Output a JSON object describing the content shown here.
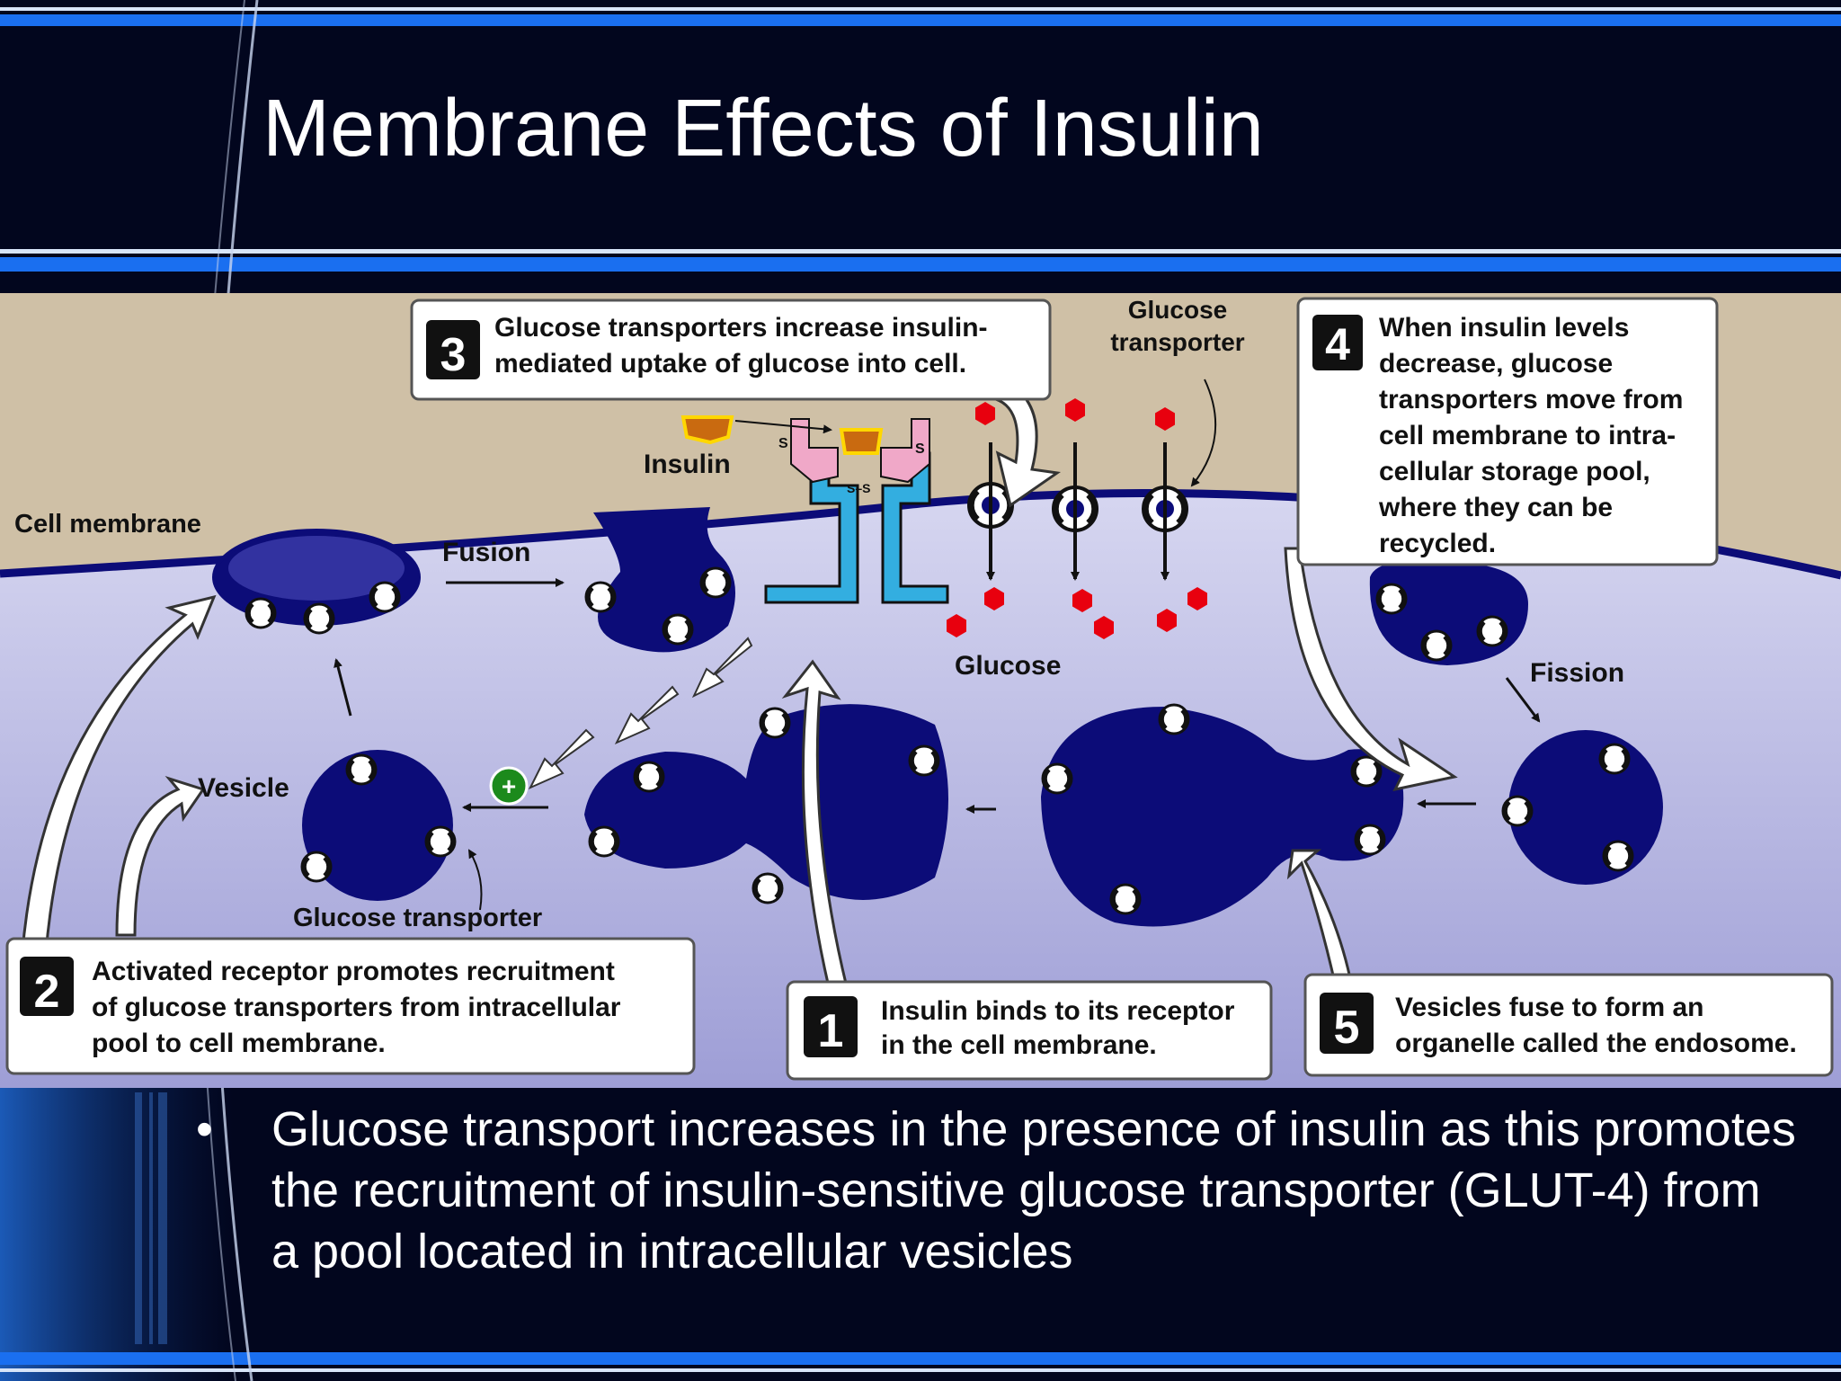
{
  "slide": {
    "title": "Membrane Effects of Insulin",
    "bullet_marker": "•",
    "bullet_text": "Glucose transport increases in the presence of insulin as this promotes the recruitment of insulin-sensitive glucose transporter (GLUT-4) from a pool located in intracellular vesicles"
  },
  "diagram": {
    "labels": {
      "cell_membrane": "Cell membrane",
      "fusion": "Fusion",
      "insulin": "Insulin",
      "glucose_transporter_top_line1": "Glucose",
      "glucose_transporter_top_line2": "transporter",
      "glucose": "Glucose",
      "fission": "Fission",
      "vesicle": "Vesicle",
      "glucose_transporter_bottom": "Glucose transporter",
      "plus_sign": "+",
      "disulfide_s": "S",
      "disulfide_ss": "S–S"
    },
    "steps": [
      {
        "number": "1",
        "line1": "Insulin binds to its receptor",
        "line2": "in the cell membrane."
      },
      {
        "number": "2",
        "line1": "Activated receptor promotes recruitment",
        "line2": "of glucose transporters from intracellular",
        "line3": "pool to cell membrane."
      },
      {
        "number": "3",
        "line1": "Glucose transporters increase insulin-",
        "line2": "mediated uptake of glucose into cell."
      },
      {
        "number": "4",
        "line1": "When insulin levels",
        "line2": "decrease, glucose",
        "line3": "transporters move from",
        "line4": "cell membrane to intra-",
        "line5": "cellular storage pool,",
        "line6": "where they can be",
        "line7": "recycled."
      },
      {
        "number": "5",
        "line1": "Vesicles fuse to form an",
        "line2": "organelle called the endosome."
      }
    ]
  },
  "colors": {
    "slide_background": "#02061e",
    "accent_line": "#1a6ff0",
    "extracellular": "#cfc0a6",
    "intracellular": "#b9b9e2",
    "membrane_vesicle": "#0c0c78",
    "glucose": "#e8000e",
    "receptor": "#33aee0",
    "insulin": "#c96a10",
    "plus_green": "#1c8a1c"
  }
}
